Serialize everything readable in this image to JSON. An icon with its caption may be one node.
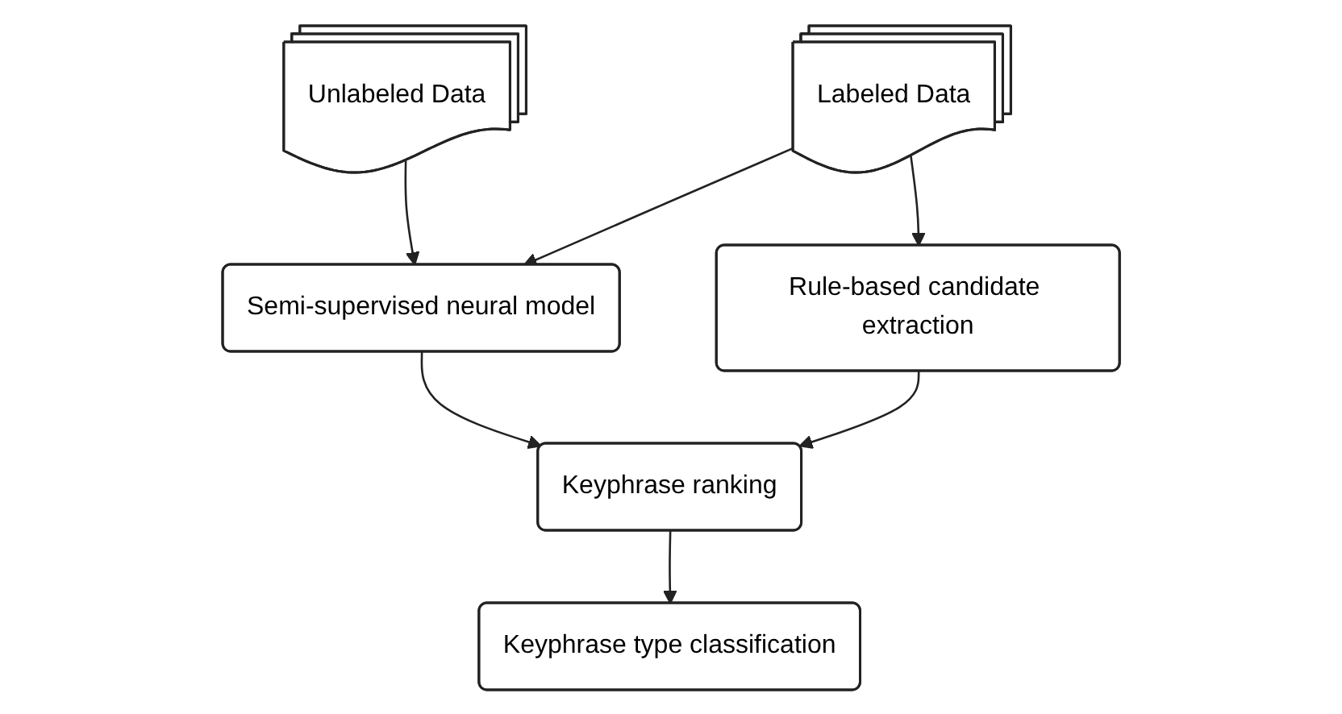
{
  "diagram": {
    "nodes": [
      {
        "text": [
          "Unlabeled Data"
        ]
      },
      {
        "text": [
          "Labeled Data"
        ]
      },
      {
        "text": [
          "Semi-supervised neural model"
        ]
      },
      {
        "text": [
          "Rule-based candidate extraction"
        ]
      },
      {
        "text": [
          "Keyphrase ranking"
        ]
      },
      {
        "text": [
          "Keyphrase type classification"
        ]
      }
    ],
    "edges": [
      {
        "from": 0,
        "to": 2,
        "arrow": "to"
      },
      {
        "from": 1,
        "to": 2,
        "arrow": "to"
      },
      {
        "from": 1,
        "to": 3,
        "arrow": "to"
      },
      {
        "from": 2,
        "to": 4,
        "arrow": "to"
      },
      {
        "from": 3,
        "to": 4,
        "arrow": "to"
      },
      {
        "from": 4,
        "to": 5,
        "arrow": "to"
      }
    ]
  }
}
